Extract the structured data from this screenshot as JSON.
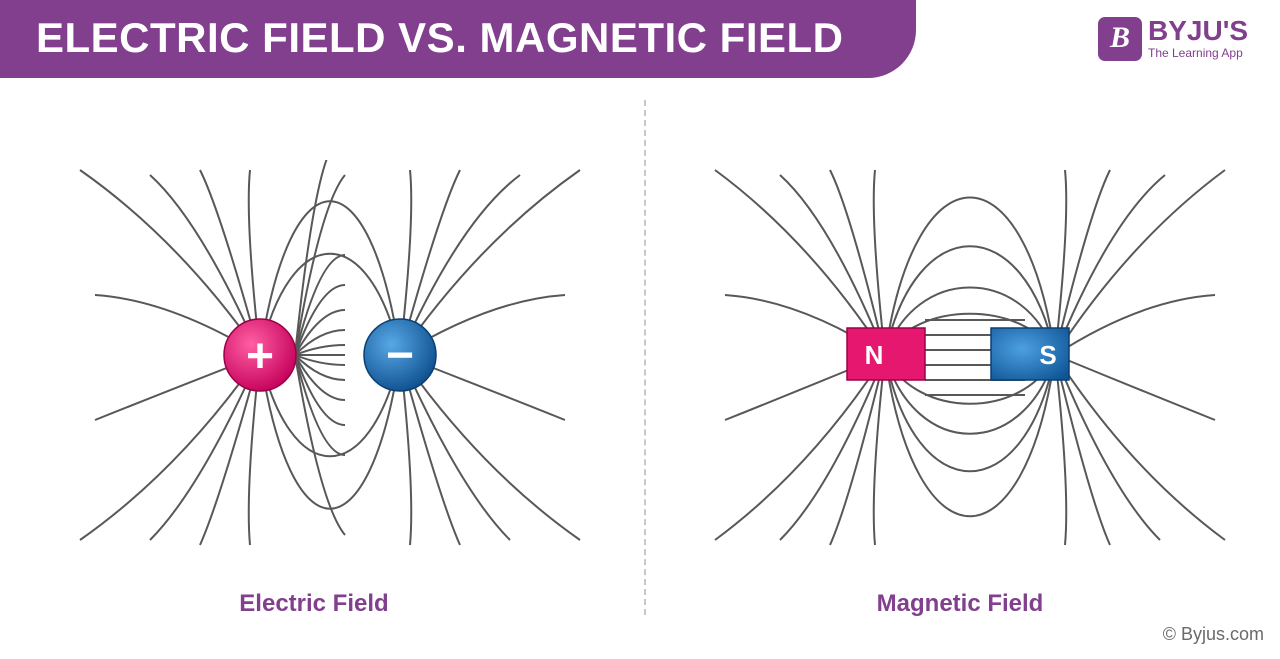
{
  "header": {
    "title": "ELECTRIC FIELD VS. MAGNETIC FIELD"
  },
  "logo": {
    "badge_letter": "B",
    "name": "BYJU'S",
    "tagline": "The Learning App"
  },
  "electric_panel": {
    "caption": "Electric Field",
    "positive_charge_symbol": "+",
    "negative_charge_symbol": "−"
  },
  "magnetic_panel": {
    "caption": "Magnetic Field",
    "north_pole_label": "N",
    "south_pole_label": "S"
  },
  "footer": {
    "credit": "© Byjus.com"
  },
  "colors": {
    "brand_purple": "#813f8e",
    "positive_pink": "#e5176f",
    "negative_blue": "#1c6fb5",
    "field_line_gray": "#585858"
  }
}
